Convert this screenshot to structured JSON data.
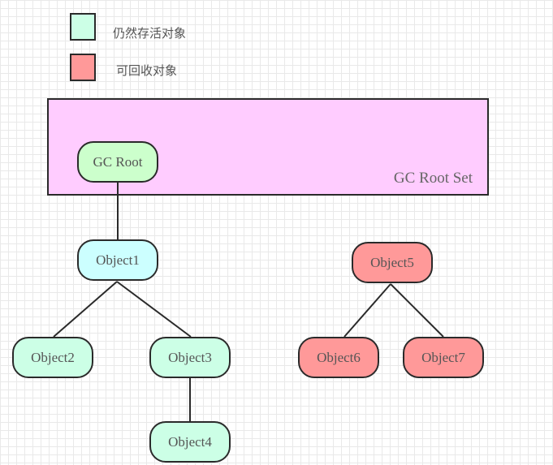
{
  "colors": {
    "alive": "#ccffe6",
    "collectable": "#ff9999",
    "root_set": "#ffccff",
    "gc_root": "#ccffcc",
    "object1": "#ccffff",
    "stroke": "#2a2a2a"
  },
  "legend": {
    "alive_label": "仍然存活对象",
    "collectable_label": "可回收对象"
  },
  "root_set": {
    "label": "GC Root Set"
  },
  "nodes": {
    "gc_root": "GC Root",
    "object1": "Object1",
    "object2": "Object2",
    "object3": "Object3",
    "object4": "Object4",
    "object5": "Object5",
    "object6": "Object6",
    "object7": "Object7"
  },
  "edges": [
    [
      "gc_root",
      "object1"
    ],
    [
      "object1",
      "object2"
    ],
    [
      "object1",
      "object3"
    ],
    [
      "object3",
      "object4"
    ],
    [
      "object5",
      "object6"
    ],
    [
      "object5",
      "object7"
    ]
  ]
}
